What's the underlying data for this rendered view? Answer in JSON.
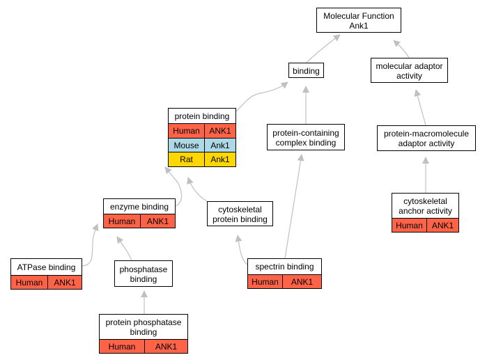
{
  "colors": {
    "human": "#ff6347",
    "mouse": "#add8e6",
    "rat": "#ffd700",
    "edge": "#c0c0c0"
  },
  "nodes": {
    "root": {
      "title": [
        "Molecular Function",
        "Ank1"
      ],
      "rows": []
    },
    "binding": {
      "title": [
        "binding"
      ],
      "rows": []
    },
    "molecular_adaptor": {
      "title": [
        "molecular adaptor",
        "activity"
      ],
      "rows": []
    },
    "protein_binding": {
      "title": [
        "protein binding"
      ],
      "rows": [
        {
          "species": "Human",
          "gene": "ANK1",
          "color": "human"
        },
        {
          "species": "Mouse",
          "gene": "Ank1",
          "color": "mouse"
        },
        {
          "species": "Rat",
          "gene": "Ank1",
          "color": "rat"
        }
      ]
    },
    "protein_containing": {
      "title": [
        "protein-containing",
        "complex binding"
      ],
      "rows": []
    },
    "protein_macromolecule": {
      "title": [
        "protein-macromolecule",
        "adaptor activity"
      ],
      "rows": []
    },
    "enzyme_binding": {
      "title": [
        "enzyme binding"
      ],
      "rows": [
        {
          "species": "Human",
          "gene": "ANK1",
          "color": "human"
        }
      ]
    },
    "cytoskeletal_protein": {
      "title": [
        "cytoskeletal",
        "protein binding"
      ],
      "rows": []
    },
    "cytoskeletal_anchor": {
      "title": [
        "cytoskeletal",
        "anchor activity"
      ],
      "rows": [
        {
          "species": "Human",
          "gene": "ANK1",
          "color": "human"
        }
      ]
    },
    "atpase_binding": {
      "title": [
        "ATPase binding"
      ],
      "rows": [
        {
          "species": "Human",
          "gene": "ANK1",
          "color": "human"
        }
      ]
    },
    "phosphatase_binding": {
      "title": [
        "phosphatase",
        "binding"
      ],
      "rows": []
    },
    "spectrin_binding": {
      "title": [
        "spectrin binding"
      ],
      "rows": [
        {
          "species": "Human",
          "gene": "ANK1",
          "color": "human"
        }
      ]
    },
    "protein_phosphatase": {
      "title": [
        "protein phosphatase",
        "binding"
      ],
      "rows": [
        {
          "species": "Human",
          "gene": "ANK1",
          "color": "human"
        }
      ]
    }
  },
  "edges": [
    {
      "from": "binding",
      "to": "root"
    },
    {
      "from": "molecular_adaptor",
      "to": "root"
    },
    {
      "from": "protein_binding",
      "to": "binding"
    },
    {
      "from": "protein_containing",
      "to": "binding"
    },
    {
      "from": "protein_macromolecule",
      "to": "molecular_adaptor"
    },
    {
      "from": "cytoskeletal_anchor",
      "to": "protein_macromolecule"
    },
    {
      "from": "enzyme_binding",
      "to": "protein_binding"
    },
    {
      "from": "cytoskeletal_protein",
      "to": "protein_binding"
    },
    {
      "from": "atpase_binding",
      "to": "enzyme_binding"
    },
    {
      "from": "phosphatase_binding",
      "to": "enzyme_binding"
    },
    {
      "from": "spectrin_binding",
      "to": "cytoskeletal_protein"
    },
    {
      "from": "spectrin_binding",
      "to": "protein_containing"
    },
    {
      "from": "protein_phosphatase",
      "to": "phosphatase_binding"
    }
  ]
}
